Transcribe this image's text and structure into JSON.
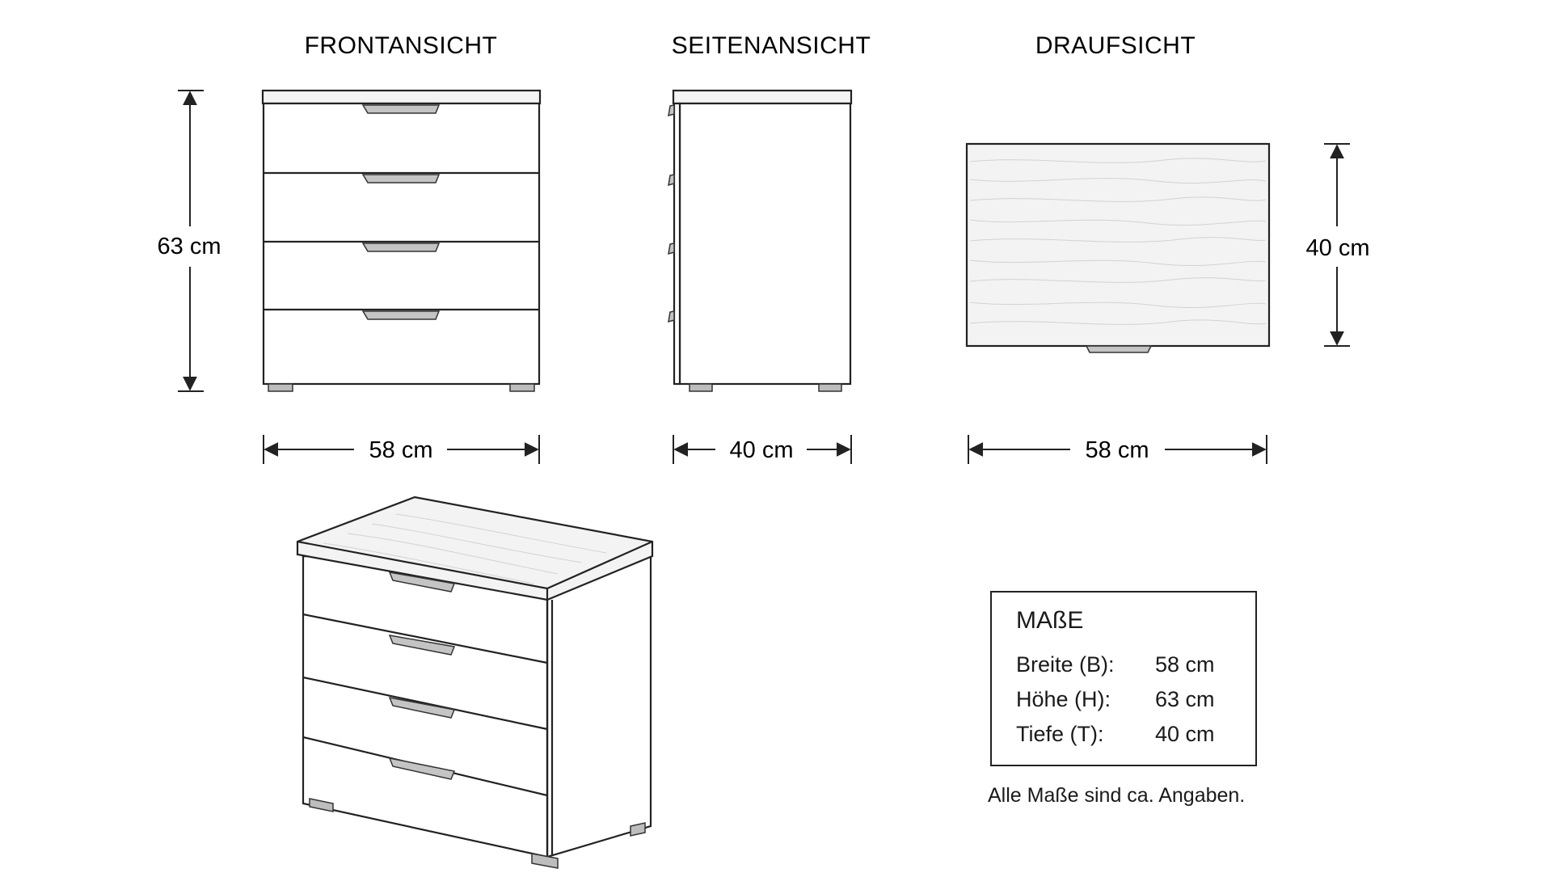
{
  "views": {
    "front_title": "FRONTANSICHT",
    "side_title": "SEITENANSICHT",
    "top_title": "DRAUFSICHT"
  },
  "dimensions": {
    "front_height": "63 cm",
    "front_width": "58 cm",
    "side_depth": "40 cm",
    "top_depth": "40 cm",
    "top_width": "58 cm"
  },
  "masse": {
    "title": "MAßE",
    "rows": [
      {
        "label": "Breite (B):",
        "value": "58 cm"
      },
      {
        "label": "Höhe (H):",
        "value": "63 cm"
      },
      {
        "label": "Tiefe (T):",
        "value": "40 cm"
      }
    ],
    "note": "Alle Maße sind ca. Angaben."
  },
  "colors": {
    "line": "#222222",
    "handle": "#c4c4c4",
    "top_surface": "#f3f3f3"
  }
}
